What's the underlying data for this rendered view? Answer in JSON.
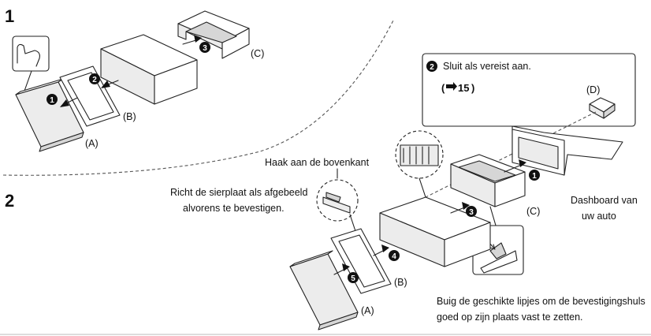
{
  "steps": {
    "step1": "1",
    "step2": "2"
  },
  "step1_parts": {
    "a": "(A)",
    "b": "(B)",
    "c": "(C)"
  },
  "step1_badges": [
    "1",
    "2",
    "3"
  ],
  "step2_parts": {
    "a": "(A)",
    "b": "(B)",
    "c": "(C)",
    "d": "(D)"
  },
  "step2_badges": [
    "1",
    "2",
    "3",
    "4",
    "5"
  ],
  "callout": {
    "line1": "Sluit als vereist aan.",
    "ref_open": "(",
    "ref_page": "15",
    "ref_close": ")"
  },
  "captions": {
    "hook_top": "Haak aan de bovenkant",
    "trim_line1": "Richt de sierplaat als afgebeeld",
    "trim_line2": "alvorens te bevestigen.",
    "dashboard_line1": "Dashboard van",
    "dashboard_line2": "uw auto",
    "bend_line1": "Buig de geschikte lipjes om de bevestigingshuls",
    "bend_line2": "goed op zijn plaats vast te zetten."
  },
  "icons": {
    "finger": "finger-press-icon",
    "arrow_ref": "page-reference-arrow-icon"
  }
}
